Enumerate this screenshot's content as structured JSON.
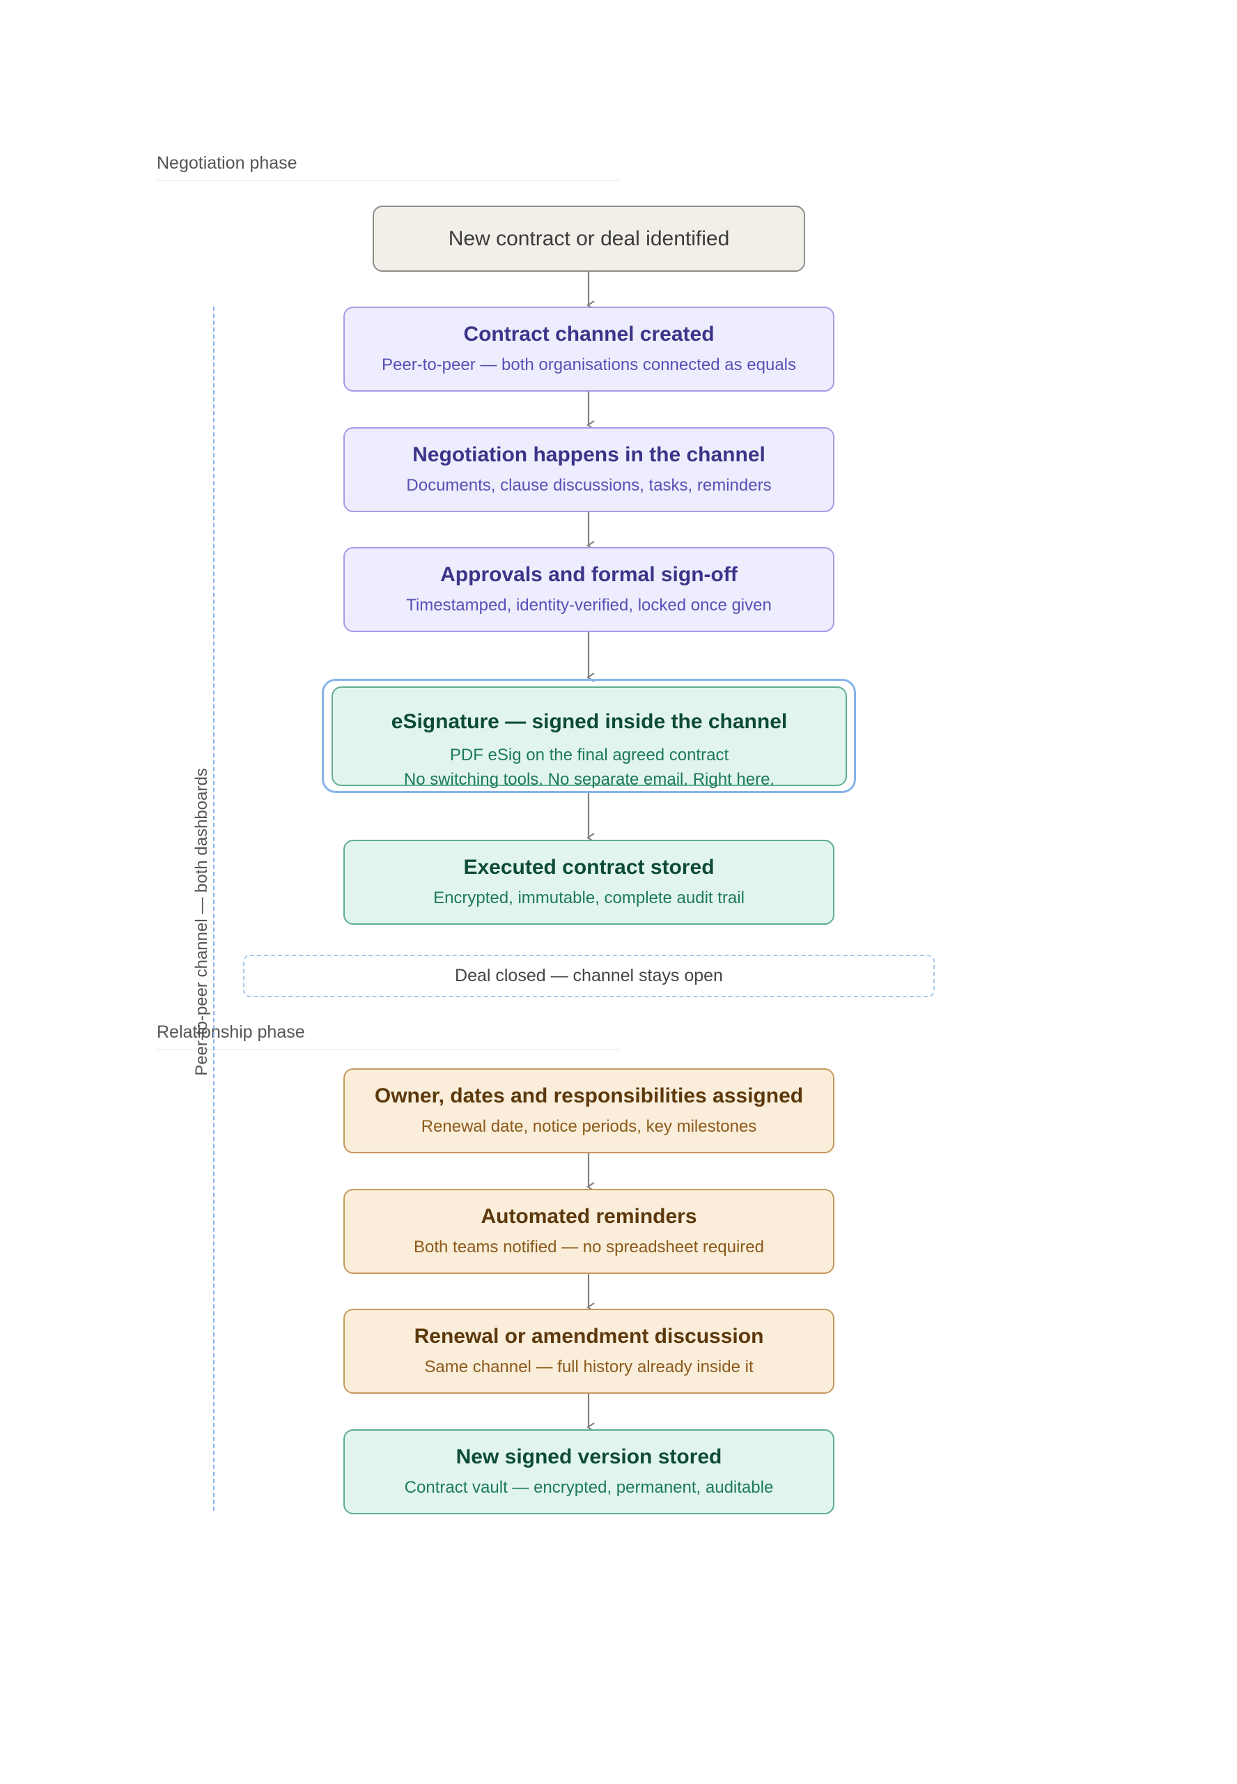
{
  "phases": {
    "negotiation": "Negotiation phase",
    "relationship": "Relationship phase"
  },
  "side_label": "Peer-to-peer channel — both dashboards",
  "steps": [
    {
      "title": "New contract or deal identified",
      "subtitle": ""
    },
    {
      "title": "Contract channel created",
      "subtitle": "Peer-to-peer — both organisations connected as equals"
    },
    {
      "title": "Negotiation happens in the channel",
      "subtitle": "Documents, clause discussions, tasks, reminders"
    },
    {
      "title": "Approvals and formal sign-off",
      "subtitle": "Timestamped, identity-verified, locked once given"
    },
    {
      "title": "eSignature — signed inside the channel",
      "subtitle_lines": [
        "PDF eSig on the final agreed contract",
        "No switching tools. No separate email. Right here."
      ]
    },
    {
      "title": "Executed contract stored",
      "subtitle": "Encrypted, immutable, complete audit trail"
    },
    {
      "title": "Owner, dates and responsibilities assigned",
      "subtitle": "Renewal date, notice periods, key milestones"
    },
    {
      "title": "Automated reminders",
      "subtitle": "Both teams notified — no spreadsheet required"
    },
    {
      "title": "Renewal or amendment discussion",
      "subtitle": "Same channel — full history already inside it"
    },
    {
      "title": "New signed version stored",
      "subtitle": "Contract vault — encrypted, permanent, auditable"
    }
  ],
  "milestone": "Deal closed — channel stays open",
  "colors": {
    "neutral_fill": "#f1efe8",
    "purple_fill": "#eeedfe",
    "green_fill": "#e1f5ee",
    "amber_fill": "#faeeda",
    "highlight": "#86b4ea"
  }
}
